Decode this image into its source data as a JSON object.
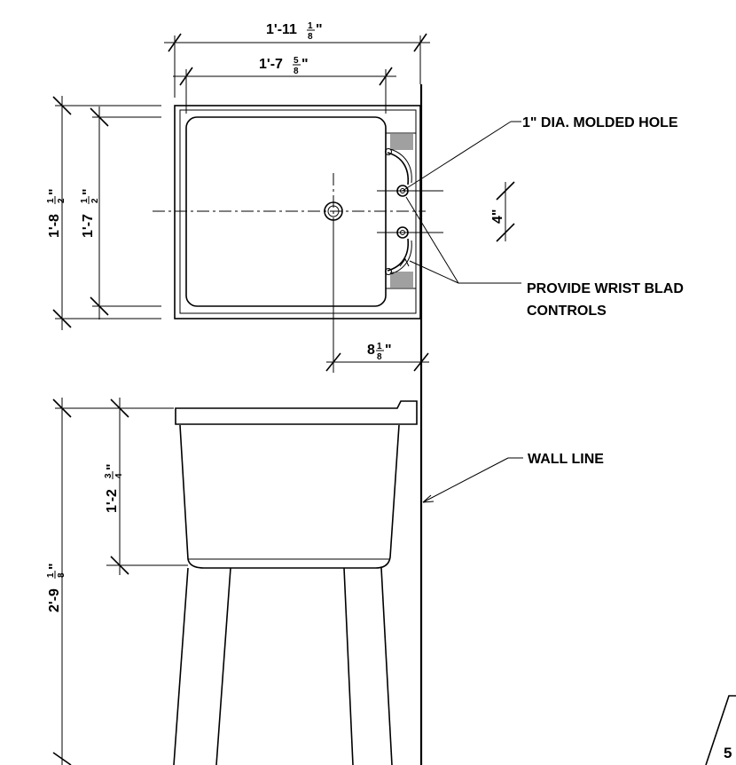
{
  "dimensions": {
    "overall_width": {
      "main": "1'-11",
      "num": "1",
      "den": "8",
      "tail": "\""
    },
    "bowl_width": {
      "main": "1'-7",
      "num": "5",
      "den": "8",
      "tail": "\""
    },
    "overall_depth": {
      "main": "1'-8",
      "num": "1",
      "den": "2",
      "tail": "\""
    },
    "bowl_depth": {
      "main": "1'-7",
      "num": "1",
      "den": "2",
      "tail": "\""
    },
    "faucet_spacing": {
      "text": "4\""
    },
    "drain_to_wall": {
      "main": "8",
      "num": "1",
      "den": "8",
      "tail": "\""
    },
    "bowl_height": {
      "main": "1'-2",
      "num": "3",
      "den": "4",
      "tail": "\""
    },
    "overall_height": {
      "main": "2'-9",
      "num": "1",
      "den": "8",
      "tail": "\""
    }
  },
  "callouts": {
    "molded_hole": "1\" DIA. MOLDED HOLE",
    "wrist_blade_line1": "PROVIDE WRIST BLAD",
    "wrist_blade_line2": "CONTROLS",
    "wall_line": "WALL LINE"
  },
  "detail_tag": {
    "number": "5"
  }
}
